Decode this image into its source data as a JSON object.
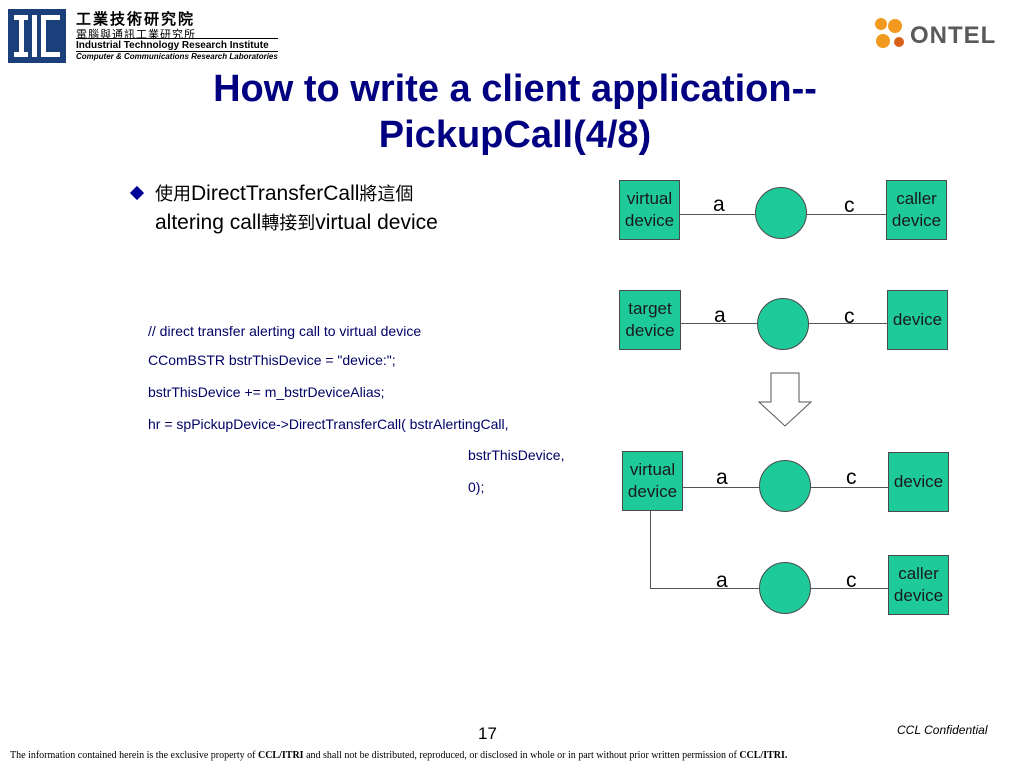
{
  "logo_itri": {
    "cn_line1": "工業技術研究院",
    "cn_line2": "電腦與通訊工業研究所",
    "en_line1": "Industrial Technology Research Institute",
    "en_line2": "Computer & Communications Research Laboratories"
  },
  "logo_ontel": {
    "word": "ONTEL"
  },
  "title": {
    "line1": "How to write a client application--",
    "line2": "PickupCall(4/8)"
  },
  "bullet": {
    "part1": "使用",
    "part2": "DirectTransferCall",
    "part3": "將這個",
    "part4": "altering call",
    "part5": "轉接到",
    "part6": "virtual device"
  },
  "code": [
    "// direct transfer alerting call to virtual device",
    "CComBSTR bstrThisDevice = \"device:\";",
    "bstrThisDevice += m_bstrDeviceAlias;",
    "hr = spPickupDevice->DirectTransferCall( bstrAlertingCall,",
    "bstrThisDevice,",
    "0);"
  ],
  "diagram": {
    "row1": {
      "left": "virtual device",
      "right": "caller device",
      "label_a": "a",
      "label_c": "c"
    },
    "row2": {
      "left": "target device",
      "right": "device",
      "label_a": "a",
      "label_c": "c"
    },
    "row3": {
      "left": "virtual device",
      "right": "device",
      "label_a": "a",
      "label_c": "c"
    },
    "row4": {
      "right": "caller device",
      "label_a": "a",
      "label_c": "c"
    }
  },
  "colors": {
    "title": "#000080",
    "box_fill": "#1ec99a",
    "code": "#000066",
    "bullet": "#000099"
  },
  "footer": {
    "page_number": "17",
    "confidential": "CCL Confidential",
    "note_part1": "The information contained herein is the exclusive property of ",
    "note_part2": "CCL/ITRI",
    "note_part3": " and shall not be distributed, reproduced, or disclosed in whole or in part without prior written permission of ",
    "note_part4": "CCL/ITRI."
  }
}
